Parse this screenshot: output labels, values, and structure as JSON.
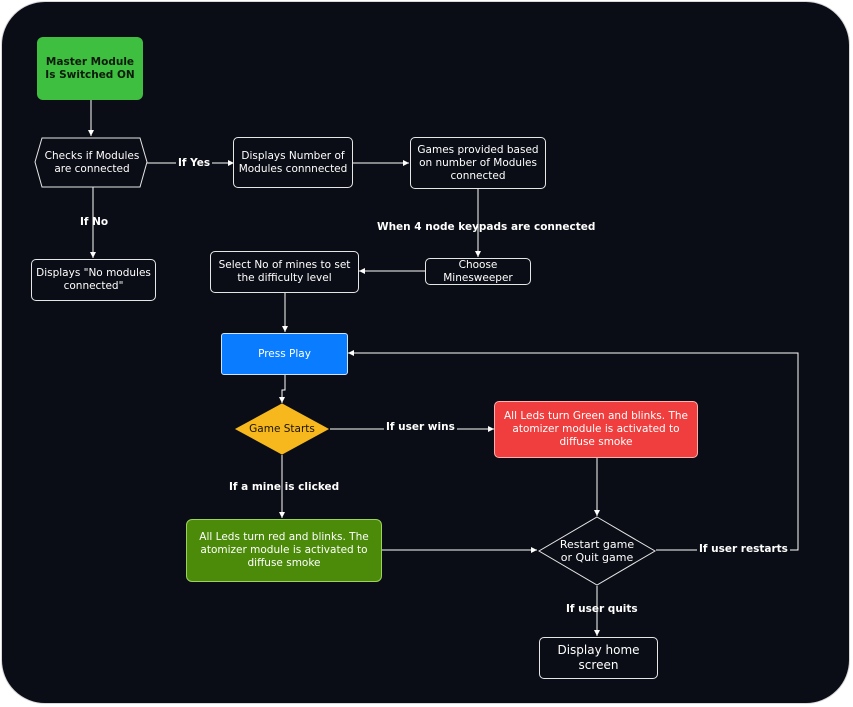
{
  "nodes": {
    "master_module": "Master Module Is Switched ON",
    "checks_modules": "Checks if Modules are connected",
    "displays_number": "Displays Number of Modules connnected",
    "games_provided": "Games provided based on number of Modules connected",
    "no_modules": "Displays \"No modules connected\"",
    "choose_minesweeper": "Choose Minesweeper",
    "select_mines": "Select No of mines to set the difficulty level",
    "press_play": "Press Play",
    "game_starts": "Game Starts",
    "leds_green": "All Leds turn Green and blinks. The atomizer module is activated to diffuse smoke",
    "leds_red": "All Leds turn red and blinks. The atomizer module is activated to diffuse smoke",
    "restart_quit": "Restart game or Quit game",
    "display_home": "Display home screen"
  },
  "edge_labels": {
    "if_yes": "If Yes",
    "if_no": "If No",
    "four_keypads": "When 4 node keypads are connected",
    "if_user_wins": "If user wins",
    "if_mine_clicked": "If a mine is clicked",
    "if_user_restarts": "If user restarts",
    "if_user_quits": "If user quits"
  },
  "colors": {
    "background": "#0b0d16",
    "green": "#3fbf3f",
    "blue": "#0a7cff",
    "yellow": "#f6b81c",
    "red": "#f03d3d",
    "olive": "#4c8b0a"
  }
}
